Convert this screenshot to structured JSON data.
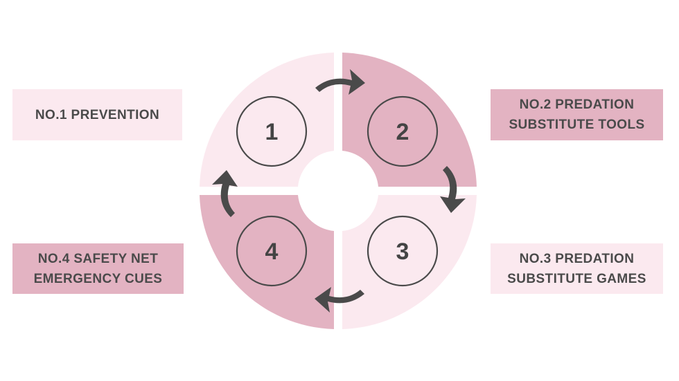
{
  "steps": [
    {
      "number": "1",
      "label_lines": [
        "NO.1 PREVENTION"
      ]
    },
    {
      "number": "2",
      "label_lines": [
        "NO.2 PREDATION",
        "SUBSTITUTE TOOLS"
      ]
    },
    {
      "number": "3",
      "label_lines": [
        "NO.3 PREDATION",
        "SUBSTITUTE GAMES"
      ]
    },
    {
      "number": "4",
      "label_lines": [
        "NO.4 SAFETY NET",
        "EMERGENCY CUES"
      ]
    }
  ],
  "colors": {
    "light_fill": "#fbe9ef",
    "dark_fill": "#e3b3c2",
    "arrow": "#4a4a4a",
    "text": "#4a4a4a",
    "circle_stroke": "#4a4a4a"
  },
  "icons": [
    "curved-arrow-icon"
  ]
}
